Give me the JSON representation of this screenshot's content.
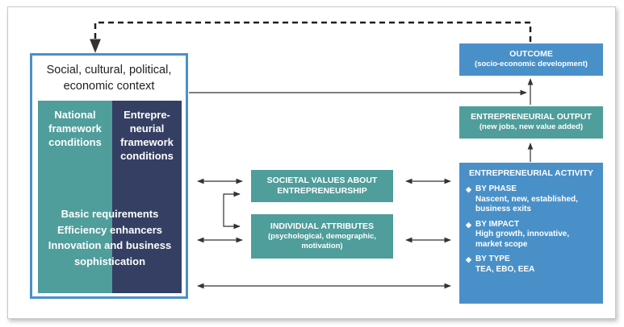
{
  "context": {
    "title_lines": [
      "Social, cultural, political,",
      "economic context"
    ],
    "national": [
      "National",
      "framework",
      "conditions"
    ],
    "entrepreneurial": [
      "Entrepre-",
      "neurial",
      "framework",
      "conditions"
    ],
    "conditions": [
      "Basic requirements",
      "Efficiency enhancers",
      "Innovation and business",
      "sophistication"
    ]
  },
  "societal_values": [
    "SOCIETAL VALUES ABOUT",
    "ENTREPRENEURSHIP"
  ],
  "individual_attributes": {
    "title": "INDIVIDUAL ATTRIBUTES",
    "sub": [
      "(psychological, demographic,",
      "motivation)"
    ]
  },
  "outcome": {
    "title": "OUTCOME",
    "sub": "(socio-economic development)"
  },
  "output": {
    "title": "ENTREPRENEURIAL OUTPUT",
    "sub": "(new jobs, new value added)"
  },
  "activity": {
    "title": "ENTREPRENEURIAL ACTIVITY",
    "bullet": "◆",
    "sections": [
      {
        "head": "BY PHASE",
        "lines": [
          "Nascent, new, established,",
          "business exits"
        ]
      },
      {
        "head": "BY IMPACT",
        "lines": [
          "High growth, innovative,",
          "market scope"
        ]
      },
      {
        "head": "BY TYPE",
        "lines": [
          "TEA, EBO, EEA"
        ]
      }
    ]
  },
  "colors": {
    "teal": "#4f9e9b",
    "navy": "#343f63",
    "blue": "#4a90c8",
    "arrow": "#333333"
  }
}
